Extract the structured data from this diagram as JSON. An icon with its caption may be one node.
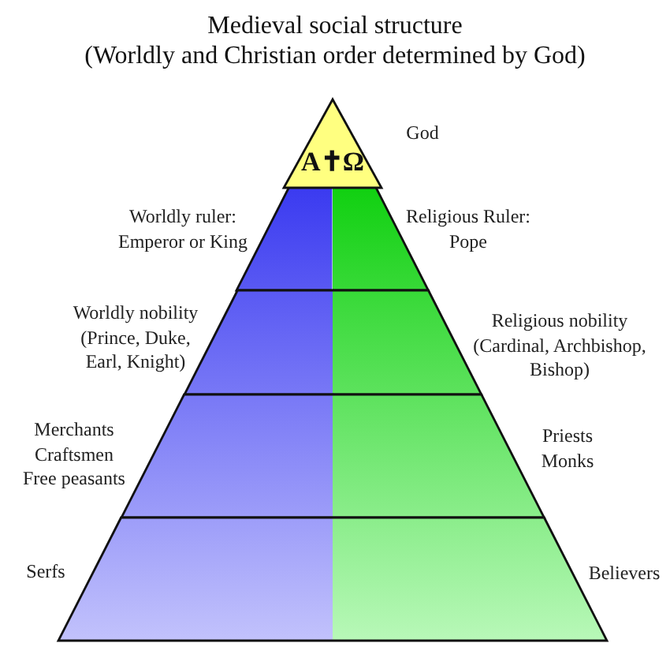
{
  "diagram": {
    "title": "Medieval social structure",
    "nodes": [
      {
        "text": [
          "A✝Ω"
        ],
        "beside": [
          "God"
        ]
      },
      {
        "text": [
          "Worldly ruler: Emperor or King"
        ]
      },
      {
        "text": [
          "Religious Ruler: Pope"
        ]
      },
      {
        "text": [
          "Worldly nobility (Prince, Duke, Earl, Knight)"
        ]
      },
      {
        "text": [
          "Religious nobility (Cardinal, Archbishop, Bishop)"
        ]
      },
      {
        "text": [
          "Merchants",
          "Craftsmen",
          "Free peasants"
        ]
      },
      {
        "text": [
          "Priests",
          "Monks"
        ]
      },
      {
        "text": [
          "Serfs"
        ]
      },
      {
        "text": [
          "Believers"
        ]
      }
    ],
    "labels": [
      "(Worldly and Christian order determined by God)"
    ]
  }
}
